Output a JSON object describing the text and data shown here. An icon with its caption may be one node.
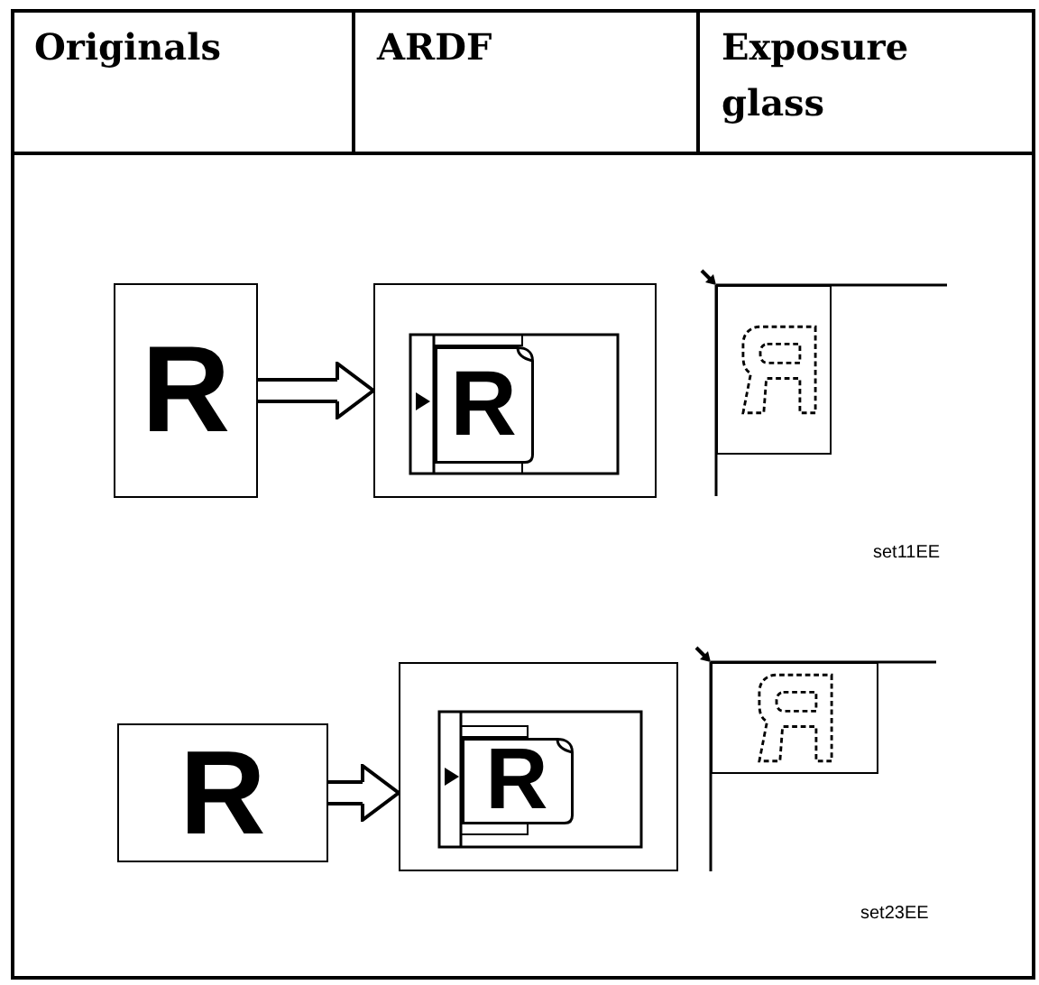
{
  "diagram": {
    "nodes": [
      {
        "text": [
          "R"
        ]
      },
      {
        "text": [],
        "shape": "box"
      },
      {
        "text": [
          "R"
        ],
        "in": 1
      },
      {
        "text": [],
        "shape": "box"
      },
      {
        "text": [
          "R"
        ]
      },
      {
        "text": [],
        "shape": "box"
      },
      {
        "text": [
          "R"
        ],
        "in": 5
      },
      {
        "text": [],
        "shape": "box"
      }
    ],
    "edges": [
      {
        "from": 0,
        "to": 1,
        "arrow": "to"
      },
      {
        "from": 4,
        "to": 5,
        "arrow": "to"
      }
    ],
    "labels": [
      "Originals",
      "ARDF",
      "Exposure glass",
      "set11EE",
      "set23EE"
    ]
  }
}
